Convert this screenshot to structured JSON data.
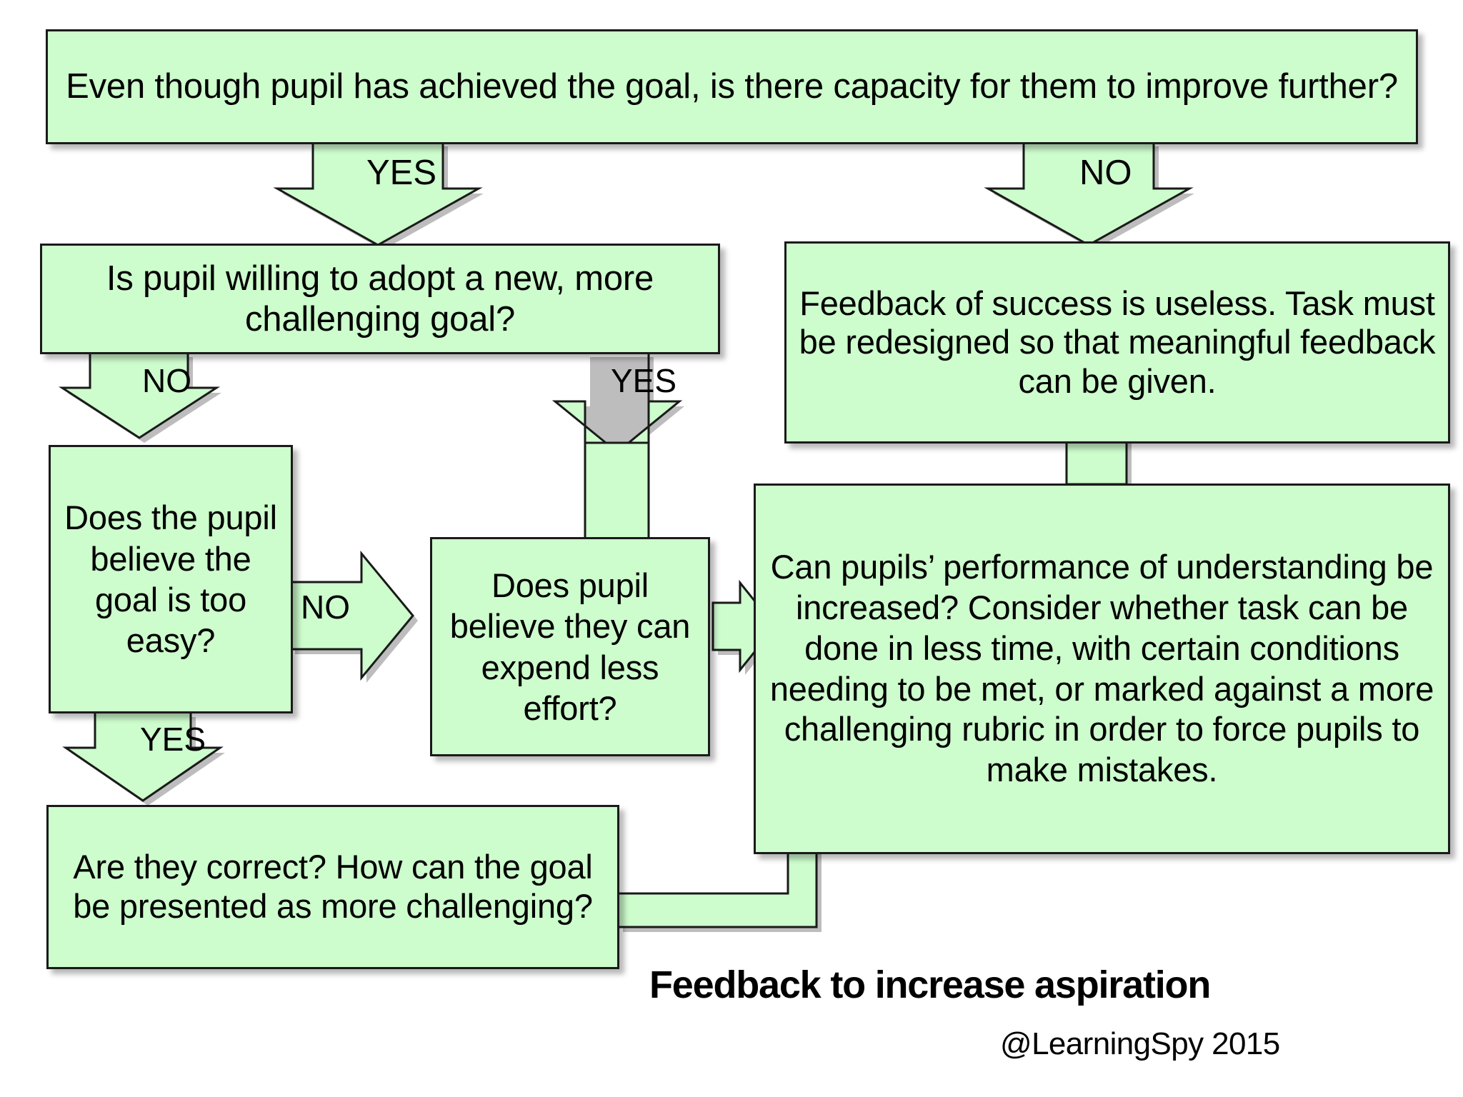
{
  "diagram": {
    "title": "Feedback to increase aspiration",
    "credit": "@LearningSpy 2015",
    "node_fill": "#CCFFCC",
    "node_stroke": "#000000",
    "background": "#FFFFFF",
    "nodes": [
      {
        "id": "capacity",
        "text": "Even though pupil has achieved the goal, is there capacity for them to improve further?"
      },
      {
        "id": "new-goal",
        "text": "Is pupil willing to adopt a new, more challenging goal?"
      },
      {
        "id": "feedback-useless",
        "text": "Feedback of success is useless. Task must be redesigned so that meaningful feedback can be given."
      },
      {
        "id": "too-easy",
        "text": "Does the pupil believe the goal is too easy?"
      },
      {
        "id": "less-effort",
        "text": "Does pupil believe they can expend less effort?"
      },
      {
        "id": "increase-performance",
        "text": "Can pupils’ performance of understanding be increased? Consider whether task can be done in less time, with certain conditions needing to be met, or marked against a more challenging rubric in order to force pupils to make mistakes."
      },
      {
        "id": "are-they-correct",
        "text": "Are they correct? How can the goal be presented as more challenging?"
      }
    ],
    "edges": [
      {
        "id": "capacity-yes",
        "label": "YES",
        "from": "capacity",
        "to": "new-goal"
      },
      {
        "id": "capacity-no",
        "label": "NO",
        "from": "capacity",
        "to": "feedback-useless"
      },
      {
        "id": "newgoal-no",
        "label": "NO",
        "from": "new-goal",
        "to": "too-easy"
      },
      {
        "id": "newgoal-yes",
        "label": "YES",
        "from": "new-goal",
        "to": "less-effort"
      },
      {
        "id": "tooeasy-no",
        "label": "NO",
        "from": "too-easy",
        "to": "less-effort"
      },
      {
        "id": "tooeasy-yes",
        "label": "YES",
        "from": "too-easy",
        "to": "are-they-correct"
      },
      {
        "id": "lesseffort-right",
        "label": "",
        "from": "less-effort",
        "to": "increase-performance"
      },
      {
        "id": "useless-down",
        "label": "",
        "from": "feedback-useless",
        "to": "increase-performance"
      },
      {
        "id": "correct-up",
        "label": "",
        "from": "are-they-correct",
        "to": "increase-performance"
      }
    ]
  }
}
